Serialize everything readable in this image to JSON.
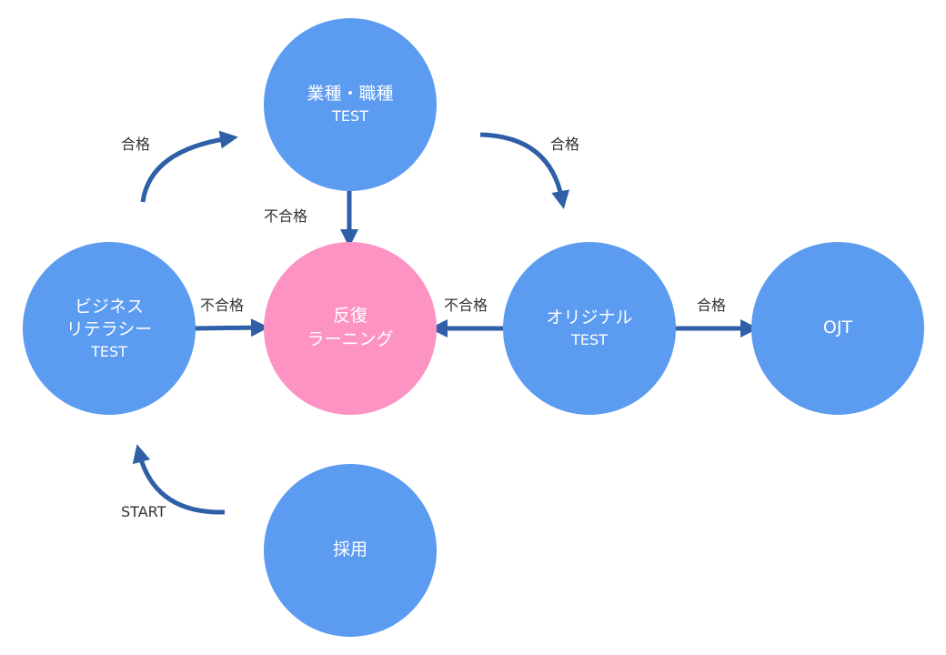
{
  "colors": {
    "node_blue": "#5b9bf0",
    "node_pink": "#fd93c2",
    "arrow": "#2f5fa7",
    "label_text": "#333333",
    "node_text": "#ffffff"
  },
  "nodes": {
    "industry_test": {
      "line1": "業種・職種",
      "line2": "TEST"
    },
    "business_literacy": {
      "line1": "ビジネス",
      "line2": "リテラシー",
      "line3": "TEST"
    },
    "repeat_learning": {
      "line1": "反復",
      "line2": "ラーニング"
    },
    "original_test": {
      "line1": "オリジナル",
      "line2": "TEST"
    },
    "ojt": {
      "line1": "OJT"
    },
    "hiring": {
      "line1": "採用"
    }
  },
  "labels": {
    "pass_to_industry": "合格",
    "pass_to_original": "合格",
    "fail_from_industry": "不合格",
    "fail_from_business": "不合格",
    "fail_from_original": "不合格",
    "pass_to_ojt": "合格",
    "start": "START"
  }
}
